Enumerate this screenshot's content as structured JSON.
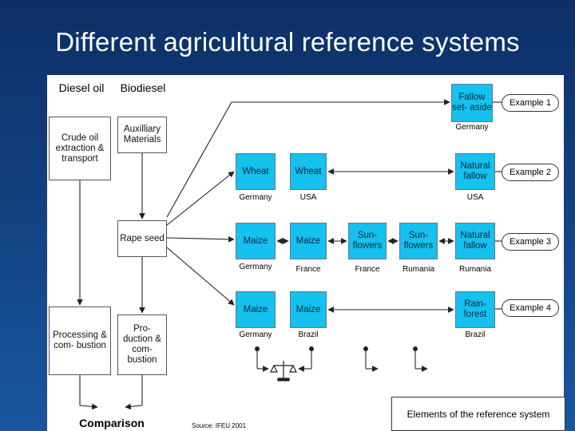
{
  "slide": {
    "title": "Different agricultural reference systems"
  },
  "headers": {
    "diesel": "Diesel oil",
    "biodiesel": "Biodiesel"
  },
  "left_chain": {
    "crude": "Crude oil extraction & transport",
    "auxiliary": "Auxilliary Materials",
    "rape": "Rape seed",
    "processing": "Processing & com- bustion",
    "production": "Pro- duction & com- bustion",
    "comparison": "Comparison"
  },
  "rows": [
    {
      "cells": [
        {
          "label": "Fallow set- aside",
          "country": "Germany"
        }
      ],
      "example": "Example 1"
    },
    {
      "cells": [
        {
          "label": "Wheat",
          "country": "Germany"
        },
        {
          "label": "Wheat",
          "country": "USA"
        },
        {
          "label": "Natural fallow",
          "country": "USA"
        }
      ],
      "example": "Example 2"
    },
    {
      "cells": [
        {
          "label": "Maize",
          "country": "Germany"
        },
        {
          "label": "Maize",
          "country": "France"
        },
        {
          "label": "Sun- flowers",
          "country": "France"
        },
        {
          "label": "Sun- flowers",
          "country": "Rumania"
        },
        {
          "label": "Natural fallow",
          "country": "Rumania"
        }
      ],
      "example": "Example 3"
    },
    {
      "cells": [
        {
          "label": "Maize",
          "country": "Germany"
        },
        {
          "label": "Maize",
          "country": "Brazil"
        },
        {
          "label": "Rain- forest",
          "country": "Brazil"
        }
      ],
      "example": "Example 4"
    }
  ],
  "source": "Source: IFEU 2001",
  "legend": "Elements of the reference system",
  "colors": {
    "background": "#12407f",
    "cell": "#16c0ef",
    "panel": "#ffffff"
  }
}
